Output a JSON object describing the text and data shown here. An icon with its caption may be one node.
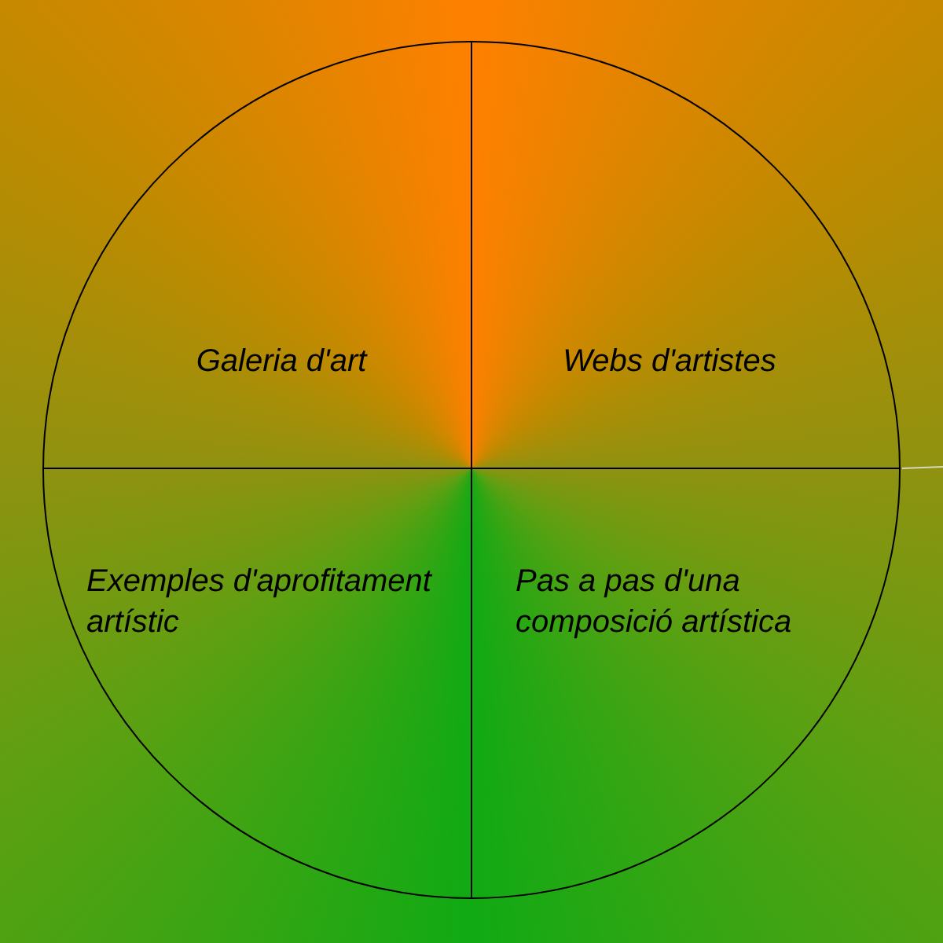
{
  "diagram": {
    "nodes": [
      {
        "text": [],
        "shape": "circle"
      },
      {
        "text": [
          "Galeria d'art"
        ],
        "in": 0
      },
      {
        "text": [
          "Webs d'artistes"
        ],
        "in": 0
      },
      {
        "text": [
          "Exemples d'aprofitament artístic"
        ],
        "in": 0
      },
      {
        "text": [
          "Pas a pas d'una composició artística"
        ],
        "in": 0
      }
    ]
  }
}
